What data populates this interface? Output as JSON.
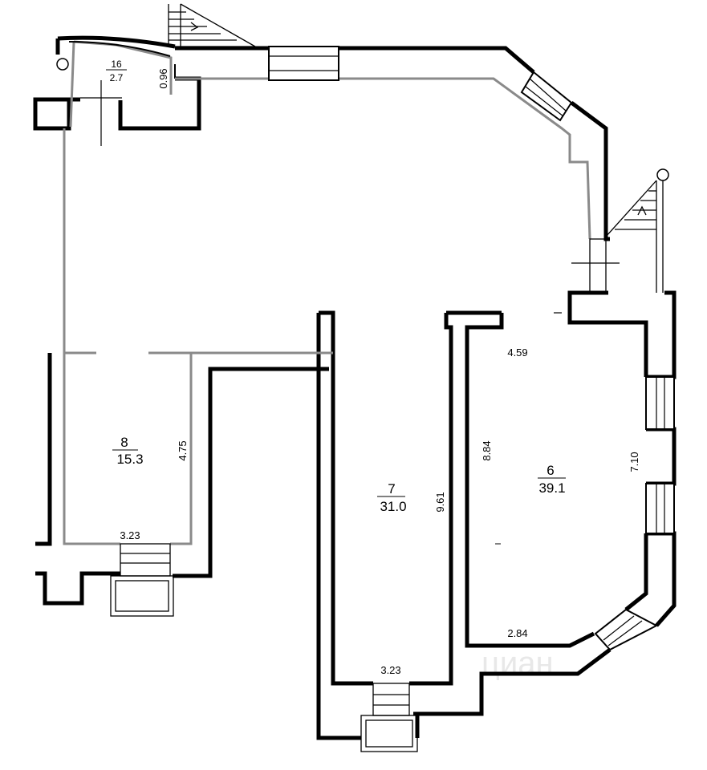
{
  "rooms": [
    {
      "id": "16",
      "area": "2.7"
    },
    {
      "id": "8",
      "area": "15.3"
    },
    {
      "id": "7",
      "area": "31.0"
    },
    {
      "id": "6",
      "area": "39.1"
    }
  ],
  "dimensions": {
    "room16_width": "0.96",
    "room8_height": "4.75",
    "room8_width": "3.23",
    "room7_height": "9.61",
    "room7_width": "3.23",
    "room6_top": "4.59",
    "room6_left": "8.84",
    "room6_right": "7.10",
    "room6_bottom": "2.84"
  },
  "watermark": "циан"
}
